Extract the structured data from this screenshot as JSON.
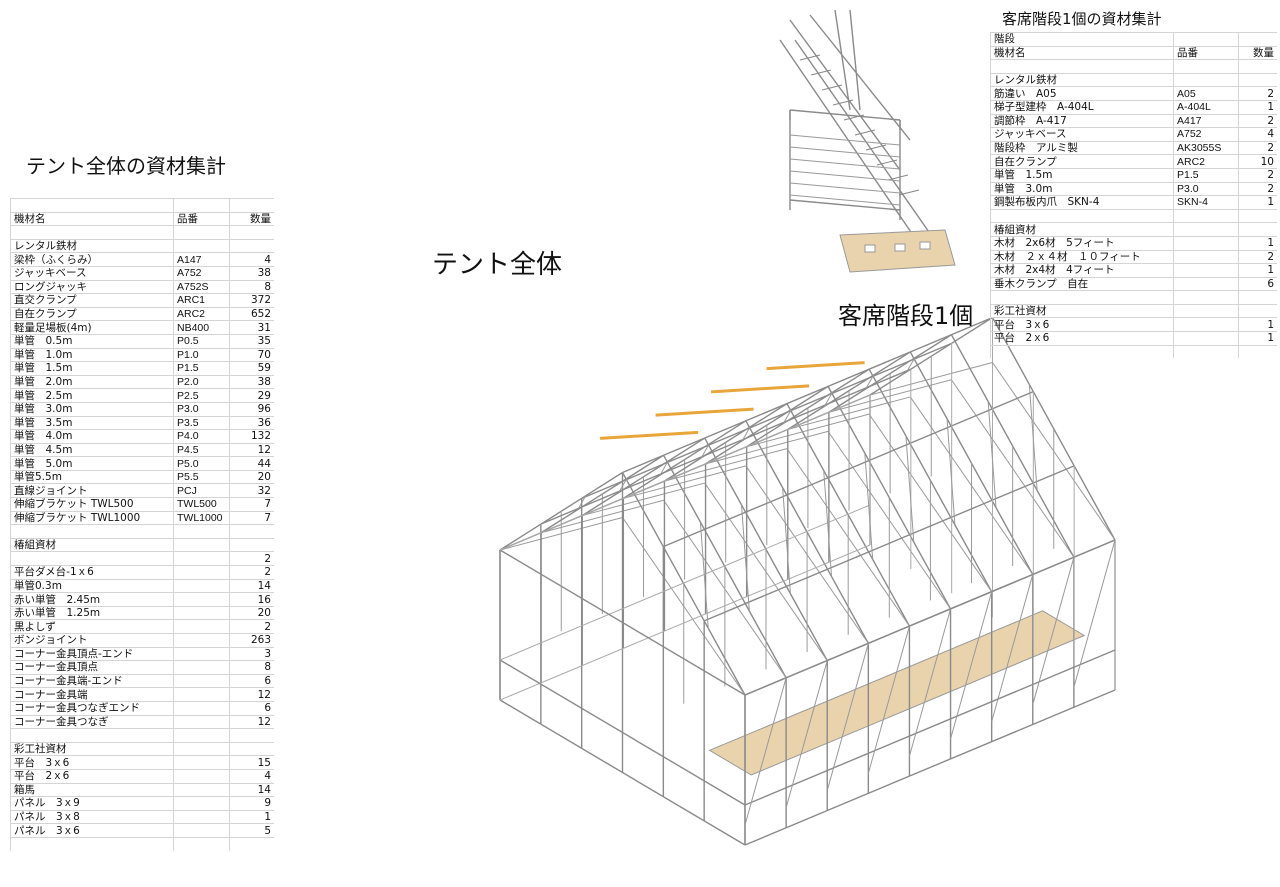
{
  "left_title": "テント全体の資材集計",
  "tent_label": "テント全体",
  "stair_label": "客席階段1個",
  "right_title": "客席階段1個の資材集計",
  "left_table": {
    "header": {
      "name": "機材名",
      "code": "品番",
      "qty": "数量"
    },
    "rows": [
      {
        "name": "",
        "code": "",
        "qty": ""
      },
      {
        "name": "機材名",
        "code": "品番",
        "qty": "数量"
      },
      {
        "name": "",
        "code": "",
        "qty": ""
      },
      {
        "name": "レンタル鉄材",
        "code": "",
        "qty": ""
      },
      {
        "name": "梁枠（ふくらみ）",
        "code": "A147",
        "qty": "4"
      },
      {
        "name": "ジャッキベース",
        "code": "A752",
        "qty": "38"
      },
      {
        "name": "ロングジャッキ",
        "code": "A752S",
        "qty": "8"
      },
      {
        "name": "直交クランプ",
        "code": "ARC1",
        "qty": "372"
      },
      {
        "name": "自在クランプ",
        "code": "ARC2",
        "qty": "652"
      },
      {
        "name": "軽量足場板(4m)",
        "code": "NB400",
        "qty": "31"
      },
      {
        "name": "単管　0.5m",
        "code": "P0.5",
        "qty": "35"
      },
      {
        "name": "単管　1.0m",
        "code": "P1.0",
        "qty": "70"
      },
      {
        "name": "単管　1.5m",
        "code": "P1.5",
        "qty": "59"
      },
      {
        "name": "単管　2.0m",
        "code": "P2.0",
        "qty": "38"
      },
      {
        "name": "単管　2.5m",
        "code": "P2.5",
        "qty": "29"
      },
      {
        "name": "単管　3.0m",
        "code": "P3.0",
        "qty": "96"
      },
      {
        "name": "単管　3.5m",
        "code": "P3.5",
        "qty": "36"
      },
      {
        "name": "単管　4.0m",
        "code": "P4.0",
        "qty": "132"
      },
      {
        "name": "単管　4.5m",
        "code": "P4.5",
        "qty": "12"
      },
      {
        "name": "単管　5.0m",
        "code": "P5.0",
        "qty": "44"
      },
      {
        "name": "単管5.5m",
        "code": "P5.5",
        "qty": "20"
      },
      {
        "name": "直線ジョイント",
        "code": "PCJ",
        "qty": "32"
      },
      {
        "name": "伸縮ブラケット TWL500",
        "code": "TWL500",
        "qty": "7"
      },
      {
        "name": "伸縮ブラケット TWL1000",
        "code": "TWL1000",
        "qty": "7"
      },
      {
        "name": "",
        "code": "",
        "qty": ""
      },
      {
        "name": "椿組資材",
        "code": "",
        "qty": ""
      },
      {
        "name": "",
        "code": "",
        "qty": "2"
      },
      {
        "name": "平台ダメ台-1ｘ6",
        "code": "",
        "qty": "2"
      },
      {
        "name": "単管0.3m",
        "code": "",
        "qty": "14"
      },
      {
        "name": "赤い単管　2.45m",
        "code": "",
        "qty": "16"
      },
      {
        "name": "赤い単管　1.25m",
        "code": "",
        "qty": "20"
      },
      {
        "name": "黒よしず",
        "code": "",
        "qty": "2"
      },
      {
        "name": "ボンジョイント",
        "code": "",
        "qty": "263"
      },
      {
        "name": "コーナー金具頂点-エンド",
        "code": "",
        "qty": "3"
      },
      {
        "name": "コーナー金具頂点",
        "code": "",
        "qty": "8"
      },
      {
        "name": "コーナー金具端-エンド",
        "code": "",
        "qty": "6"
      },
      {
        "name": "コーナー金具端",
        "code": "",
        "qty": "12"
      },
      {
        "name": "コーナー金具つなぎエンド",
        "code": "",
        "qty": "6"
      },
      {
        "name": "コーナー金具つなぎ",
        "code": "",
        "qty": "12"
      },
      {
        "name": "",
        "code": "",
        "qty": ""
      },
      {
        "name": "彩工社資材",
        "code": "",
        "qty": ""
      },
      {
        "name": "平台　3ｘ6",
        "code": "",
        "qty": "15"
      },
      {
        "name": "平台　2ｘ6",
        "code": "",
        "qty": "4"
      },
      {
        "name": "箱馬",
        "code": "",
        "qty": "14"
      },
      {
        "name": "パネル　3ｘ9",
        "code": "",
        "qty": "9"
      },
      {
        "name": "パネル　3ｘ8",
        "code": "",
        "qty": "1"
      },
      {
        "name": "パネル　3ｘ6",
        "code": "",
        "qty": "5"
      },
      {
        "name": "",
        "code": "",
        "qty": ""
      }
    ]
  },
  "right_table": {
    "rows": [
      {
        "name": "階段",
        "code": "",
        "qty": ""
      },
      {
        "name": "機材名",
        "code": "品番",
        "qty": "数量"
      },
      {
        "name": "",
        "code": "",
        "qty": ""
      },
      {
        "name": "レンタル鉄材",
        "code": "",
        "qty": ""
      },
      {
        "name": "筋違い　A05",
        "code": "A05",
        "qty": "2"
      },
      {
        "name": "梯子型建枠　A-404L",
        "code": "A-404L",
        "qty": "1"
      },
      {
        "name": "調節枠　A-417",
        "code": "A417",
        "qty": "2"
      },
      {
        "name": "ジャッキベース",
        "code": "A752",
        "qty": "4"
      },
      {
        "name": "階段枠　アルミ製",
        "code": "AK3055S",
        "qty": "2"
      },
      {
        "name": "自在クランプ",
        "code": "ARC2",
        "qty": "10"
      },
      {
        "name": "単管　1.5m",
        "code": "P1.5",
        "qty": "2"
      },
      {
        "name": "単管　3.0m",
        "code": "P3.0",
        "qty": "2"
      },
      {
        "name": "鋼製布板内爪　SKN-4",
        "code": "SKN-4",
        "qty": "1"
      },
      {
        "name": "",
        "code": "",
        "qty": ""
      },
      {
        "name": "椿組資材",
        "code": "",
        "qty": ""
      },
      {
        "name": "木材　2x6材　5フィート",
        "code": "",
        "qty": "1"
      },
      {
        "name": "木材　２ｘ４材　１０フィート",
        "code": "",
        "qty": "2"
      },
      {
        "name": "木材　2x4材　4フィート",
        "code": "",
        "qty": "1"
      },
      {
        "name": "垂木クランプ　自在",
        "code": "",
        "qty": "6"
      },
      {
        "name": "",
        "code": "",
        "qty": ""
      },
      {
        "name": "彩工社資材",
        "code": "",
        "qty": ""
      },
      {
        "name": "平台　3ｘ6",
        "code": "",
        "qty": "1"
      },
      {
        "name": "平台　2ｘ6",
        "code": "",
        "qty": "1"
      },
      {
        "name": "",
        "code": "",
        "qty": ""
      }
    ]
  },
  "colors": {
    "pipe": "#8a8a8a",
    "accent_bar": "#e8a53a",
    "deck": "#e9d3ad",
    "grid": "#d4d4d4"
  }
}
